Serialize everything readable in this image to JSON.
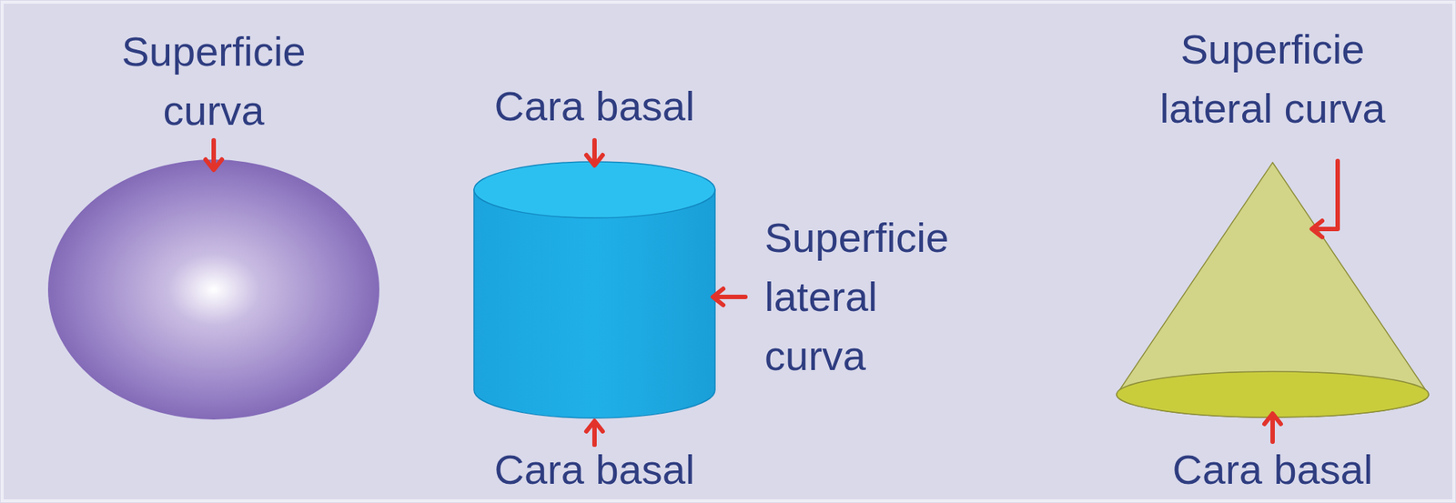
{
  "diagram": {
    "labels": [
      "Superficie curva",
      "Cara basal",
      "Superficie lateral curva",
      "Superficie lateral curva",
      "Cara basal",
      "Cara basal"
    ]
  }
}
